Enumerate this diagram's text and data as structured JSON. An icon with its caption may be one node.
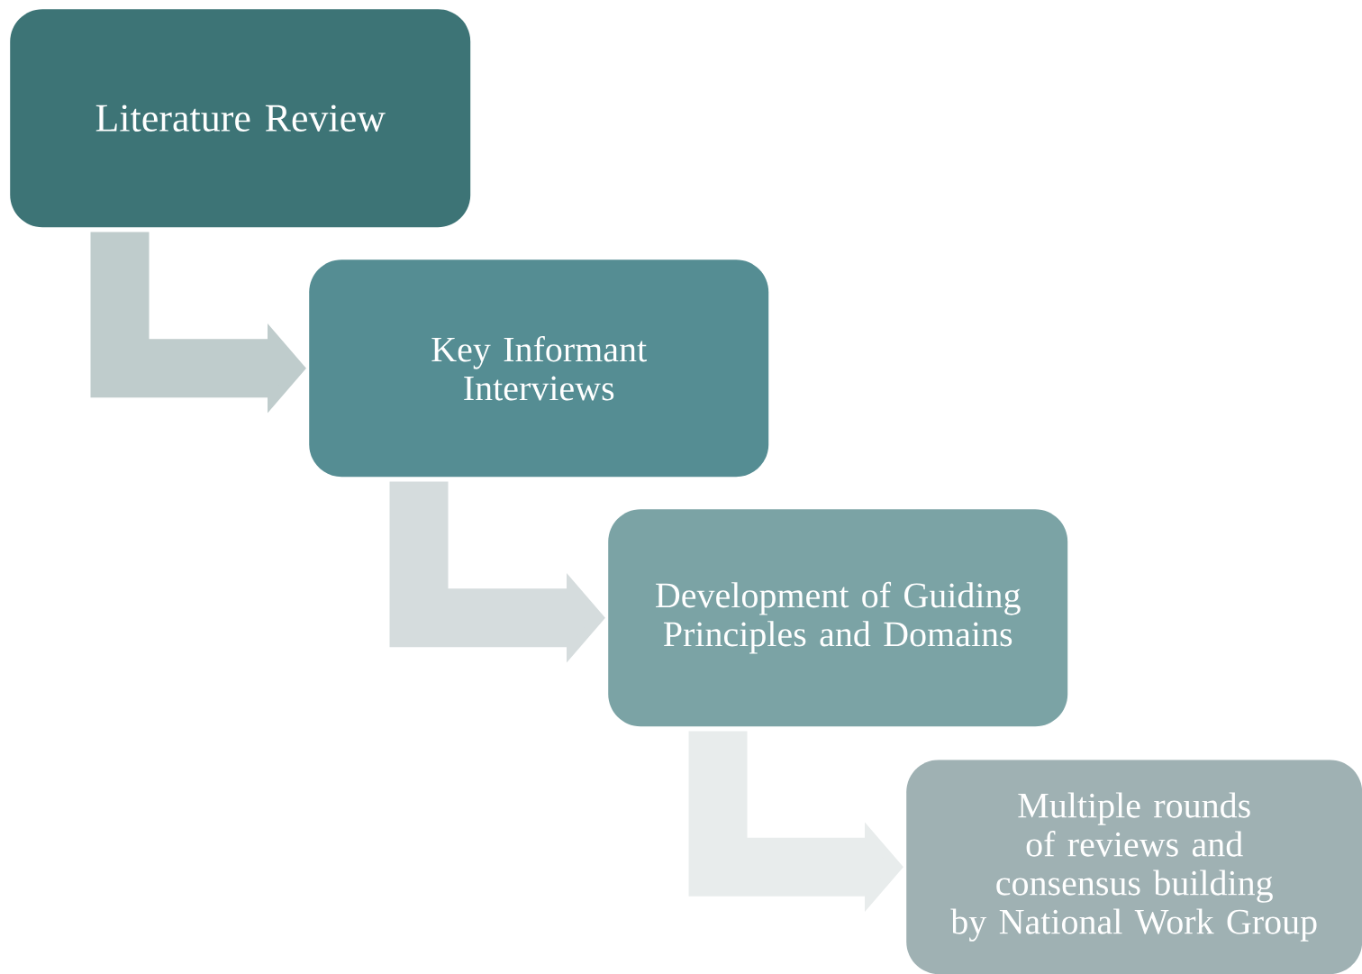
{
  "diagram": {
    "nodes": [
      {
        "text": [
          "Literature Review"
        ]
      },
      {
        "text": [
          "Key Informant Interviews"
        ]
      },
      {
        "text": [
          "Development of Guiding Principles and Domains"
        ]
      },
      {
        "text": [
          "Multiple rounds of reviews and consensus building by National Work Group"
        ]
      }
    ],
    "edges": [
      {
        "from": 0,
        "to": 1,
        "arrow": "to",
        "color": "#bfcccc"
      },
      {
        "from": 1,
        "to": 2,
        "arrow": "to",
        "color": "#d5dcdd"
      },
      {
        "from": 2,
        "to": 3,
        "arrow": "to",
        "color": "#e8ecec"
      }
    ]
  }
}
